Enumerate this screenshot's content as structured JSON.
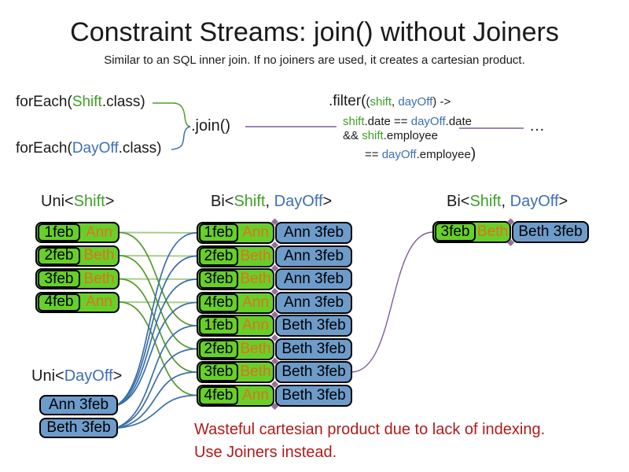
{
  "title": "Constraint Streams: join() without Joiners",
  "subtitle": "Similar to an SQL inner join. If no joiners are used, it creates a cartesian product.",
  "colors": {
    "shift_green_text": "#3E9F27",
    "dayoff_blue_text": "#3C6EB4",
    "employee_orange_text": "#E0711F",
    "green_box_fill": "#68CF2A",
    "blue_box_fill": "#6D9CCB",
    "warning_red": "#B11A1A",
    "connector_light_green": "#A9CE8C",
    "connector_green": "#55992F",
    "connector_blue": "#3A6FA8",
    "connector_purple": "#7E5E9E"
  },
  "code": {
    "foreach_shift": [
      {
        "t": "forEach(",
        "c": "k"
      },
      {
        "t": "Shift",
        "c": "g"
      },
      {
        "t": ".class)",
        "c": "k"
      }
    ],
    "foreach_dayoff": [
      {
        "t": "forEach(",
        "c": "k"
      },
      {
        "t": "DayOff",
        "c": "b"
      },
      {
        "t": ".class)",
        "c": "k"
      }
    ],
    "join": ".join()",
    "filter_line1": [
      {
        "t": ".filter(",
        "c": "k",
        "z": "lg"
      },
      {
        "t": "(",
        "c": "k",
        "z": "sm"
      },
      {
        "t": "shift",
        "c": "g",
        "z": "sm"
      },
      {
        "t": ", ",
        "c": "k",
        "z": "sm"
      },
      {
        "t": "dayOff",
        "c": "b",
        "z": "sm"
      },
      {
        "t": ") ->",
        "c": "k",
        "z": "sm"
      }
    ],
    "filter_line2": [
      {
        "t": "shift",
        "c": "g"
      },
      {
        "t": ".date ",
        "c": "k"
      },
      {
        "t": "== ",
        "c": "k"
      },
      {
        "t": "dayOff",
        "c": "b"
      },
      {
        "t": ".date",
        "c": "k"
      }
    ],
    "filter_line3": [
      {
        "t": "&& ",
        "c": "k"
      },
      {
        "t": "shift",
        "c": "g"
      },
      {
        "t": ".employee",
        "c": "k"
      }
    ],
    "filter_line4": [
      {
        "t": "== ",
        "c": "k"
      },
      {
        "t": "dayOff",
        "c": "b"
      },
      {
        "t": ".employee",
        "c": "k"
      },
      {
        "t": ")",
        "c": "k",
        "z": "lg"
      }
    ],
    "ellipsis": "…"
  },
  "labels": {
    "uni_shift": [
      {
        "t": "Uni<",
        "c": "k"
      },
      {
        "t": "Shift",
        "c": "g"
      },
      {
        "t": ">",
        "c": "k"
      }
    ],
    "bi_mid": [
      {
        "t": "Bi<",
        "c": "k"
      },
      {
        "t": "Shift",
        "c": "g"
      },
      {
        "t": ", ",
        "c": "k"
      },
      {
        "t": "DayOff",
        "c": "b"
      },
      {
        "t": ">",
        "c": "k"
      }
    ],
    "bi_right": [
      {
        "t": "Bi<",
        "c": "k"
      },
      {
        "t": "Shift",
        "c": "g"
      },
      {
        "t": ", ",
        "c": "k"
      },
      {
        "t": "DayOff",
        "c": "b"
      },
      {
        "t": ">",
        "c": "k"
      }
    ],
    "uni_dayoff": [
      {
        "t": "Uni<",
        "c": "k"
      },
      {
        "t": "DayOff",
        "c": "b"
      },
      {
        "t": ">",
        "c": "k"
      }
    ]
  },
  "uni_shift_rows": [
    {
      "date": "1feb",
      "employee": "Ann"
    },
    {
      "date": "2feb",
      "employee": "Beth"
    },
    {
      "date": "3feb",
      "employee": "Beth"
    },
    {
      "date": "4feb",
      "employee": "Ann"
    }
  ],
  "uni_dayoff_rows": [
    {
      "label": "Ann 3feb"
    },
    {
      "label": "Beth 3feb"
    }
  ],
  "bi_rows": [
    {
      "date": "1feb",
      "employee": "Ann",
      "dayoff": "Ann 3feb"
    },
    {
      "date": "2feb",
      "employee": "Beth",
      "dayoff": "Ann 3feb"
    },
    {
      "date": "3feb",
      "employee": "Beth",
      "dayoff": "Ann 3feb"
    },
    {
      "date": "4feb",
      "employee": "Ann",
      "dayoff": "Ann 3feb"
    },
    {
      "date": "1feb",
      "employee": "Ann",
      "dayoff": "Beth 3feb"
    },
    {
      "date": "2feb",
      "employee": "Beth",
      "dayoff": "Beth 3feb"
    },
    {
      "date": "3feb",
      "employee": "Beth",
      "dayoff": "Beth 3feb"
    },
    {
      "date": "4feb",
      "employee": "Ann",
      "dayoff": "Beth 3feb"
    }
  ],
  "bi_result_rows": [
    {
      "date": "3feb",
      "employee": "Beth",
      "dayoff": "Beth 3feb"
    }
  ],
  "warning": {
    "line1": "Wasteful cartesian product due to lack of indexing.",
    "line2": "Use Joiners instead."
  }
}
